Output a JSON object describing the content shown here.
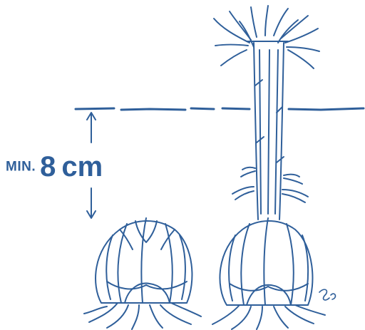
{
  "colors": {
    "ink": "#2f5f9a",
    "ink_light": "#6f93c2",
    "background": "#ffffff"
  },
  "depth_annotation": {
    "prefix": "MIN.",
    "value": "8",
    "unit": "cm"
  },
  "illustrations": [
    {
      "id": "bulb-unsprouted",
      "kind": "bulb-with-roots"
    },
    {
      "id": "bulb-sprouted",
      "kind": "bulb-with-stem-and-flower"
    }
  ],
  "icons": [
    "arrow-up-icon",
    "arrow-down-icon",
    "signature-mark"
  ]
}
